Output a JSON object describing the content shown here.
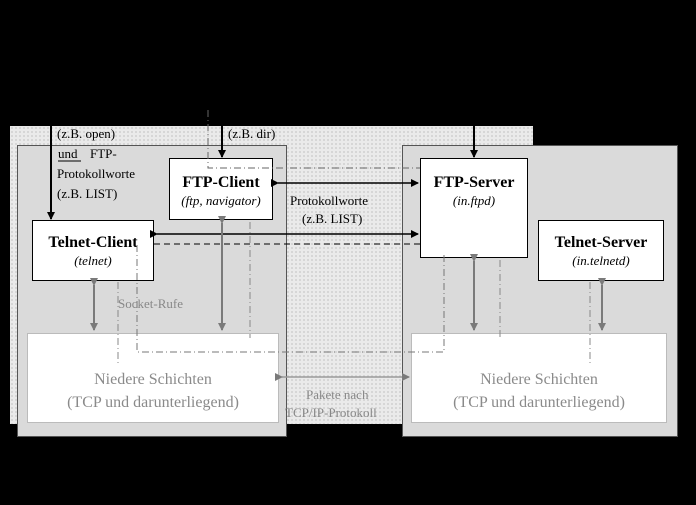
{
  "labels": {
    "z_b_open": "(z.B. open)",
    "und": "und",
    "ftp_protokollworte_1": "FTP-",
    "ftp_protokollworte_2": "Protokollworte",
    "z_b_list_left": "(z.B. LIST)",
    "z_b_dir": "(z.B. dir)",
    "protokollworte": "Protokollworte",
    "z_b_list_mid": "(z.B. LIST)",
    "socket_rufe": "Socket-Rufe",
    "pakete_1": "Pakete nach",
    "pakete_2": "TCP/IP-Protokoll"
  },
  "boxes": {
    "ftp_client": {
      "title": "FTP-Client",
      "sub": "(ftp, navigator)"
    },
    "ftp_server": {
      "title": "FTP-Server",
      "sub": "(in.ftpd)"
    },
    "telnet_client": {
      "title": "Telnet-Client",
      "sub": "(telnet)"
    },
    "telnet_server": {
      "title": "Telnet-Server",
      "sub": "(in.telnetd)"
    }
  },
  "lower_layers": {
    "left": {
      "line1": "Niedere Schichten",
      "line2": "(TCP und darunterliegend)"
    },
    "right": {
      "line1": "Niedere Schichten",
      "line2": "(TCP und darunterliegend)"
    }
  }
}
